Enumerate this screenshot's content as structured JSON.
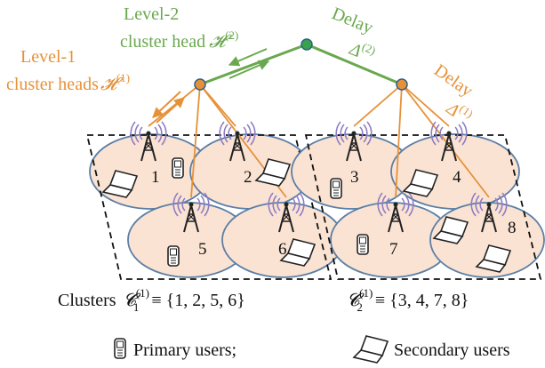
{
  "colors": {
    "level2": "#6aa84f",
    "level1": "#e69138",
    "cell_fill": "#fbe3d3",
    "cell_stroke": "#5b7fa6",
    "wave": "#8e7cc3",
    "node_green": "#38a34a",
    "node_blue_ring": "#2e5f8a"
  },
  "labels": {
    "level2_line1": "Level-2",
    "level2_line2": "cluster head",
    "level2_symbol": "𝓗",
    "level2_sup": "(2)",
    "level1_line1": "Level-1",
    "level1_line2": "cluster heads",
    "level1_symbol": "𝓗",
    "level1_sup": "(1)",
    "delay_top": "Delay",
    "delta_top": "Δ",
    "delta_top_sup": "(2)",
    "delay_right": "Delay",
    "delta_right": "Δ",
    "delta_right_sup": "(1)"
  },
  "cells": [
    "1",
    "2",
    "3",
    "4",
    "5",
    "6",
    "7",
    "8"
  ],
  "clusters": {
    "prefix": "Clusters",
    "c1_symbol": "𝓒",
    "c1_sub": "1",
    "c1_sup": "(1)",
    "c1_set": "≡ {1, 2, 5, 6}",
    "c2_symbol": "𝓒",
    "c2_sub": "2",
    "c2_sup": "(1)",
    "c2_set": "≡ {3, 4, 7, 8}"
  },
  "legend": {
    "primary": "Primary users;",
    "secondary": "Secondary users"
  },
  "icons": {
    "primary": "phone-icon",
    "secondary": "laptop-icon",
    "base_station": "antenna-tower-icon"
  }
}
